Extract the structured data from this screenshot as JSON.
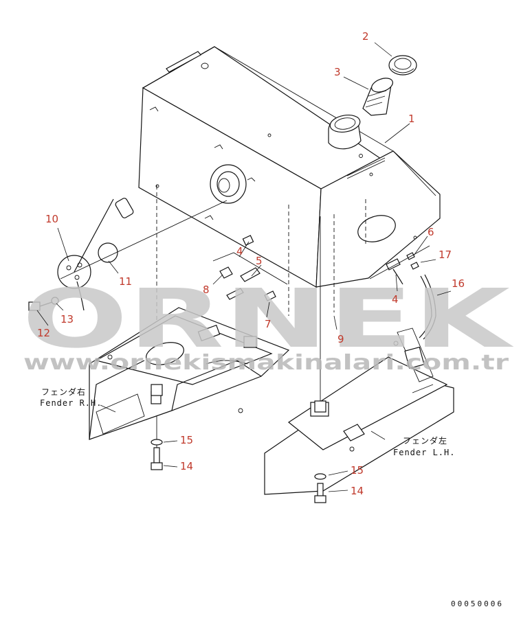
{
  "watermark": {
    "brand": "ORNEK",
    "url": "www.ornekismakinalari.com.tr"
  },
  "callouts": {
    "c1": "1",
    "c2": "2",
    "c3": "3",
    "c4a": "4",
    "c4b": "4",
    "c5": "5",
    "c6": "6",
    "c7": "7",
    "c8": "8",
    "c9": "9",
    "c10": "10",
    "c11": "11",
    "c12": "12",
    "c13": "13",
    "c14a": "14",
    "c14b": "14",
    "c15a": "15",
    "c15b": "15",
    "c16": "16",
    "c17": "17"
  },
  "labels": {
    "fender_rh_jp": "フェンダ右",
    "fender_rh_en": "Fender R.H.",
    "fender_lh_jp": "フェンダ左",
    "fender_lh_en": "Fender L.H."
  },
  "drawing_code": "00050006"
}
